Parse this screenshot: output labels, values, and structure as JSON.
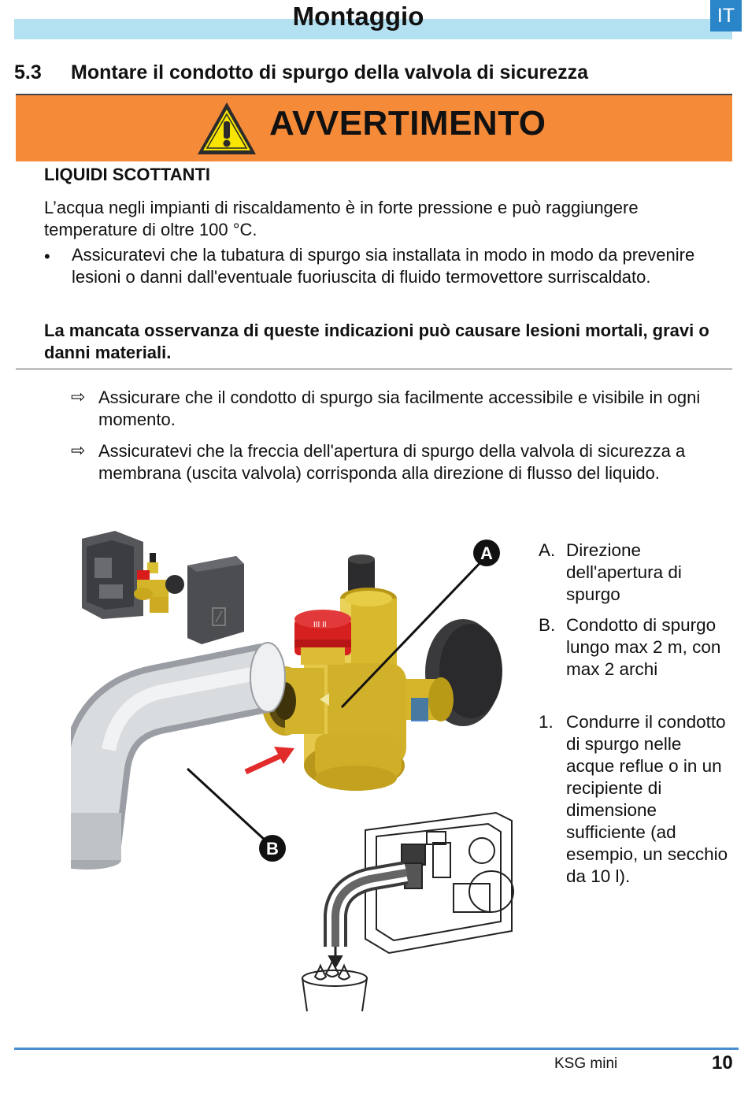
{
  "header": {
    "title": "Montaggio",
    "language_badge": "IT",
    "accent_color": "#b4e1f1",
    "badge_color": "#2a86c8"
  },
  "section": {
    "number": "5.3",
    "title": "Montare il condotto di spurgo della valvola di sicurezza"
  },
  "warning": {
    "color": "#f58a38",
    "icon": "warning-triangle-icon",
    "signal_word": "AVVERTIMENTO",
    "hazard": "LIQUIDI SCOTTANTI",
    "description": "L’acqua negli impianti di riscaldamento è in forte pressione e può raggiungere temperature di oltre 100 °C.",
    "bullet_symbol": "•",
    "measure": "Assicuratevi che la tubatura di spurgo sia installata in modo in modo da prevenire lesioni o danni dall'eventuale fuoriuscita di fluido termovettore surriscaldato.",
    "consequence": "La mancata osservanza di queste indicazioni può causare lesioni mortali, gravi o danni materiali."
  },
  "instructions": {
    "arrow_symbol": "⇨",
    "items": [
      "Assicurare che il condotto di spurgo sia facilmente accessibile e visibile in ogni momento.",
      "Assicuratevi che la freccia dell'apertura di spurgo della valvola di sicurezza a membrana (uscita valvola) corrisponda alla direzione di flusso del liquido."
    ]
  },
  "figure": {
    "callout_a": "A",
    "callout_b": "B"
  },
  "legend": [
    {
      "marker": "A.",
      "text": "Direzione dell'apertura di spurgo"
    },
    {
      "marker": "B.",
      "text": "Condotto di spurgo lungo max 2 m, con max 2 archi"
    },
    {
      "marker": "1.",
      "text": "Condurre il condotto di spurgo nelle acque reflue o in un recipiente di dimensione sufficiente (ad esempio, un secchio da 10 l)."
    }
  ],
  "footer": {
    "document": "KSG mini",
    "page": "10"
  }
}
